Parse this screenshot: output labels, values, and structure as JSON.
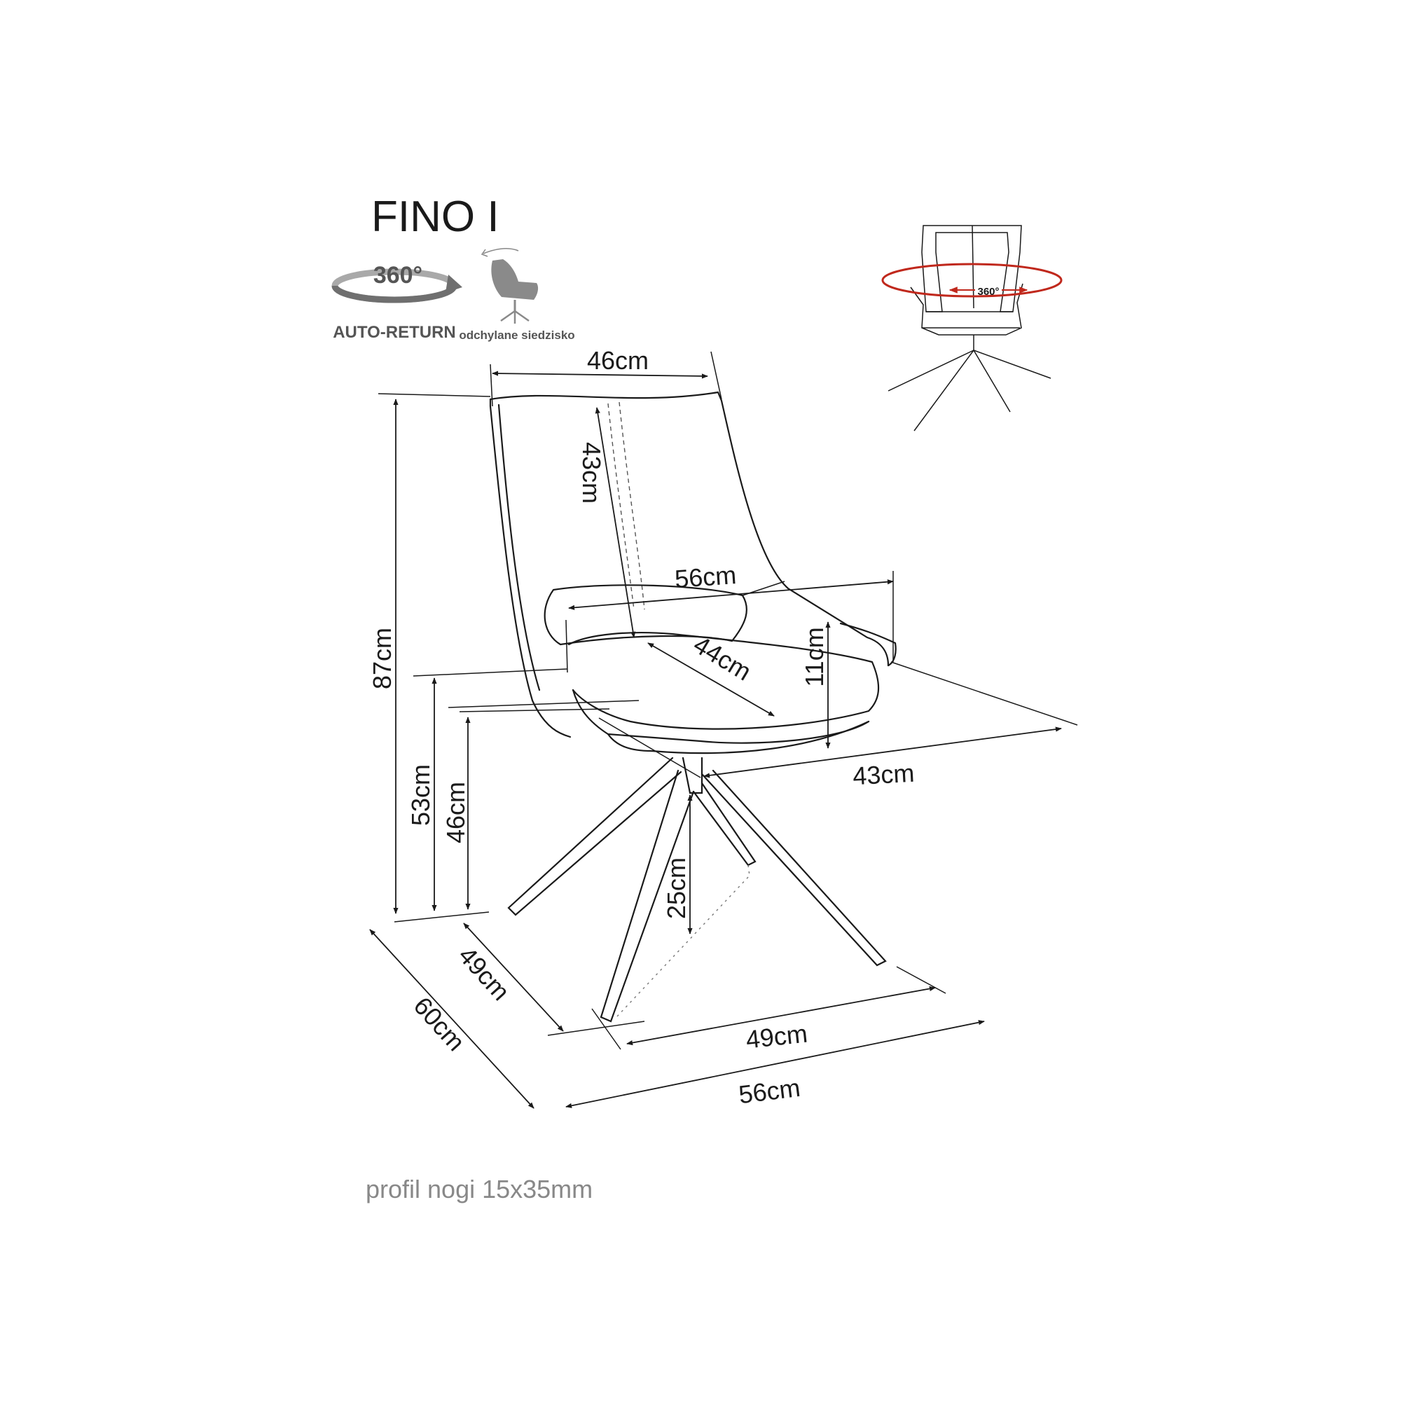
{
  "title": "FINO I",
  "badges": {
    "swivel_degrees": "360°",
    "swivel_caption": "AUTO-RETURN",
    "tilt_caption": "odchylane siedzisko"
  },
  "thumbnail": {
    "rotation_label": "360°"
  },
  "dimensions": {
    "back_width": "46cm",
    "back_height": "43cm",
    "seat_width_arms": "56cm",
    "seat_depth": "44cm",
    "armrest_height": "11cm",
    "total_height": "87cm",
    "armrest_floor_height": "53cm",
    "seat_height": "46cm",
    "leg_clearance": "25cm",
    "seat_side_depth": "43cm",
    "base_depth": "49cm",
    "total_depth": "60cm",
    "base_width": "49cm",
    "total_width": "56cm"
  },
  "footnote": "profil nogi 15x35mm",
  "colors": {
    "line": "#1a1a1a",
    "accent_red": "#c0281c",
    "caption_grey": "#888888"
  }
}
